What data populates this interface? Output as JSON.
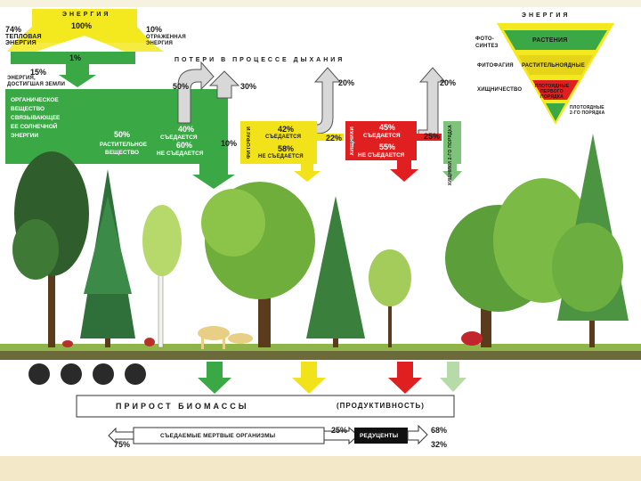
{
  "energy_header": {
    "title": "ЭНЕРГИЯ",
    "total": "100%"
  },
  "heat": {
    "pct": "74%",
    "label1": "ТЕПЛОВАЯ",
    "label2": "ЭНЕРГИЯ"
  },
  "reflected": {
    "pct": "10%",
    "label1": "ОТРАЖЕННАЯ",
    "label2": "ЭНЕРГИЯ"
  },
  "photosynthesis_share": "1%",
  "surface": {
    "pct": "15%",
    "label1": "ЭНЕРГИЯ,",
    "label2": "ДОСТИГШАЯ ЗЕМЛИ"
  },
  "respiration": {
    "title": "ПОТЕРИ В ПРОЦЕССЕ ДЫХАНИЯ",
    "p1": "50%",
    "p2": "30%",
    "p3": "20%",
    "p4": "20%"
  },
  "organic": {
    "lines": [
      "ОРГАНИЧЕСКОЕ",
      "ВЕЩЕСТВО",
      "СВЯЗЫВАЮЩЕЕ",
      "ЕЕ СОЛНЕЧНОЙ",
      "ЭНЕРГИИ"
    ]
  },
  "plant_matter": {
    "pct": "50%",
    "label1": "РАСТИТЕЛЬНОЕ",
    "label2": "ВЕЩЕСТВО"
  },
  "eaten1": {
    "pct": "40%",
    "label": "СЪЕДАЕТСЯ"
  },
  "not_eaten1": {
    "pct": "60%",
    "label": "НЕ СЪЕДАЕТСЯ"
  },
  "transfer1": "10%",
  "herbivores": {
    "label": "ФИТОФАГИ"
  },
  "eaten2": {
    "pct": "42%",
    "label": "СЪЕДАЕТСЯ"
  },
  "not_eaten2": {
    "pct": "58%",
    "label": "НЕ СЪЕДАЕТСЯ"
  },
  "transfer2": "22%",
  "predators": {
    "label": "ХИЩНИКИ"
  },
  "eaten3": {
    "pct": "45%",
    "label": "СЪЕДАЕТСЯ"
  },
  "not_eaten3": {
    "pct": "55%",
    "label": "НЕ СЪЕДАЕТСЯ"
  },
  "transfer3": "25%",
  "top_predators": {
    "label": "ХИЩНИКИ 2-ГО ПОРЯДКА"
  },
  "pyramid": {
    "title": "ЭНЕРГИЯ",
    "rows": [
      {
        "left": "ФОТО-СИНТЕЗ",
        "band": "РАСТЕНИЯ",
        "color": "#3aa845"
      },
      {
        "left": "ФИТОФАГИЯ",
        "band": "РАСТИТЕЛЬНОЯДНЫЕ",
        "color": "#e6d418"
      },
      {
        "left": "ХИЩНИЧЕСТВО",
        "band": "ПЛОТОЯДНЫЕ ПЕРВОГО ПОРЯДКА",
        "color": "#e02020"
      }
    ],
    "tip_label": "ПЛОТОЯДНЫЕ 2-ГО ПОРЯДКА"
  },
  "biomass": {
    "title": "ПРИРОСТ БИОМАССЫ",
    "sub": "(ПРОДУКТИВНОСТЬ)"
  },
  "decomposition": {
    "eaten_dead": "СЪЕДАЕМЫЕ МЕРТВЫЕ ОРГАНИЗМЫ",
    "p75": "75%",
    "p25": "25%",
    "reducers": "РЕДУЦЕНТЫ",
    "p68": "68%",
    "p32": "32%"
  },
  "colors": {
    "green": "#3aa845",
    "yellow": "#f2e21a",
    "red": "#e02020",
    "light_green": "#7ec37a",
    "ground": "#6a6a3a"
  }
}
